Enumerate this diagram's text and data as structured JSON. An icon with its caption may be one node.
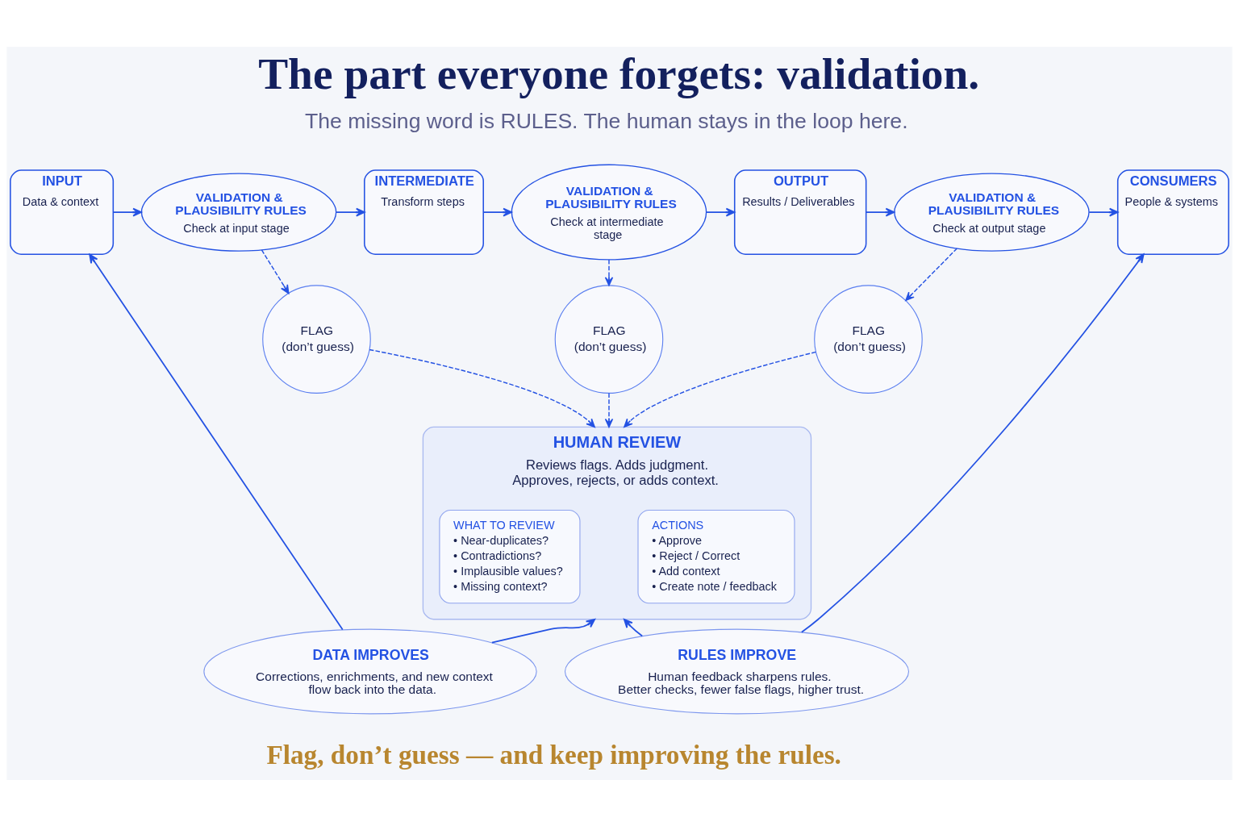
{
  "diagram": {
    "title": "The part everyone forgets: validation.",
    "caption": "Flag, don’t guess — and keep improving the rules.",
    "nodes": [
      {
        "text": [
          "INPUT",
          "Data & context"
        ]
      },
      {
        "text": [
          "VALIDATION & PLAUSIBILITY RULES",
          "Check at input stage"
        ]
      },
      {
        "text": [
          "INTERMEDIATE",
          "Transform steps"
        ]
      },
      {
        "text": [
          "VALIDATION & PLAUSIBILITY RULES",
          "Check at intermediate stage"
        ]
      },
      {
        "text": [
          "OUTPUT",
          "Results / Deliverables"
        ]
      },
      {
        "text": [
          "VALIDATION & PLAUSIBILITY RULES",
          "Check at output stage"
        ]
      },
      {
        "text": [
          "CONSUMERS",
          "People & systems"
        ]
      },
      {
        "text": [
          "FLAG",
          "(don’t guess)"
        ]
      },
      {
        "text": [
          "FLAG",
          "(don’t guess)"
        ]
      },
      {
        "text": [
          "FLAG",
          "(don’t guess)"
        ]
      },
      {
        "text": [
          "HUMAN REVIEW",
          "Reviews flags. Adds judgment. Approves, rejects, or adds context."
        ]
      },
      {
        "text": [
          "WHAT TO REVIEW",
          "• Near-duplicates?",
          "• Contradictions?",
          "• Implausible values?",
          "• Missing context?"
        ],
        "in": 10
      },
      {
        "text": [
          "ACTIONS",
          "• Approve",
          "• Reject / Correct",
          "• Add context",
          "• Create note / feedback"
        ],
        "in": 10
      },
      {
        "text": [
          "DATA IMPROVES",
          "Corrections, enrichments, and new context flow back into the data."
        ]
      },
      {
        "text": [
          "RULES IMPROVE",
          "Human feedback sharpens rules. Better checks, fewer false flags, higher trust."
        ]
      }
    ],
    "edges": [
      {
        "from": 0,
        "to": 1,
        "arrow": "to"
      },
      {
        "from": 1,
        "to": 2,
        "arrow": "to"
      },
      {
        "from": 2,
        "to": 3,
        "arrow": "to"
      },
      {
        "from": 3,
        "to": 4,
        "arrow": "to"
      },
      {
        "from": 4,
        "to": 5,
        "arrow": "to"
      },
      {
        "from": 5,
        "to": 6,
        "arrow": "to"
      },
      {
        "from": 1,
        "to": 7,
        "arrow": "to",
        "style": "dashed"
      },
      {
        "from": 3,
        "to": 8,
        "arrow": "to",
        "style": "dashed"
      },
      {
        "from": 5,
        "to": 9,
        "arrow": "to",
        "style": "dashed"
      },
      {
        "from": 7,
        "to": 10,
        "arrow": "to",
        "style": "dashed"
      },
      {
        "from": 8,
        "to": 10,
        "arrow": "to",
        "style": "dashed"
      },
      {
        "from": 9,
        "to": 10,
        "arrow": "to",
        "style": "dashed"
      },
      {
        "from": 13,
        "to": 0,
        "arrow": "to"
      },
      {
        "from": 13,
        "to": 10,
        "arrow": "to"
      },
      {
        "from": 14,
        "to": 10,
        "arrow": "to"
      },
      {
        "from": 14,
        "to": 6,
        "arrow": "to"
      }
    ],
    "labels": [
      "The missing word is RULES. The human stays in the loop here."
    ]
  }
}
